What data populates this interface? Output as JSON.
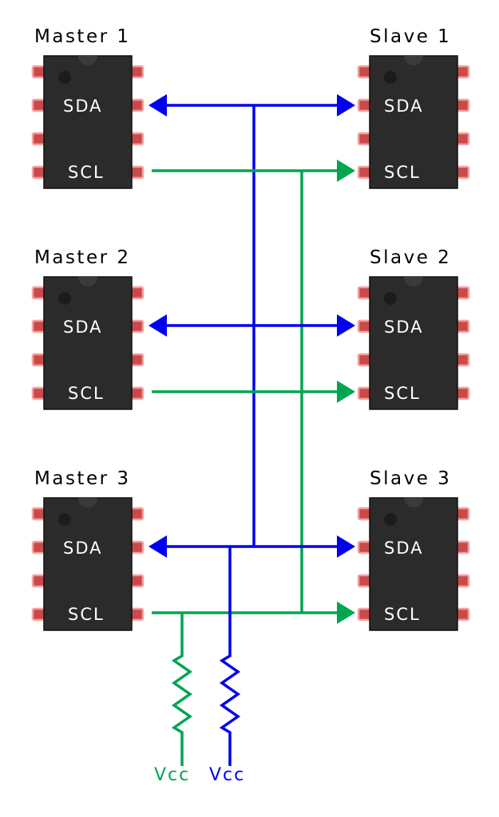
{
  "masters": [
    {
      "name": "Master 1",
      "sda": "SDA",
      "scl": "SCL"
    },
    {
      "name": "Master 2",
      "sda": "SDA",
      "scl": "SCL"
    },
    {
      "name": "Master 3",
      "sda": "SDA",
      "scl": "SCL"
    }
  ],
  "slaves": [
    {
      "name": "Slave 1",
      "sda": "SDA",
      "scl": "SCL"
    },
    {
      "name": "Slave 2",
      "sda": "SDA",
      "scl": "SCL"
    },
    {
      "name": "Slave 3",
      "sda": "SDA",
      "scl": "SCL"
    }
  ],
  "pullups": {
    "scl_label": "Vcc",
    "sda_label": "Vcc"
  },
  "colors": {
    "sda_line": "#0000ee",
    "scl_line": "#00a550",
    "chip_body": "#2b2b2b",
    "pin": "#c94a4a",
    "pin_glow": "#f6a0a0"
  }
}
